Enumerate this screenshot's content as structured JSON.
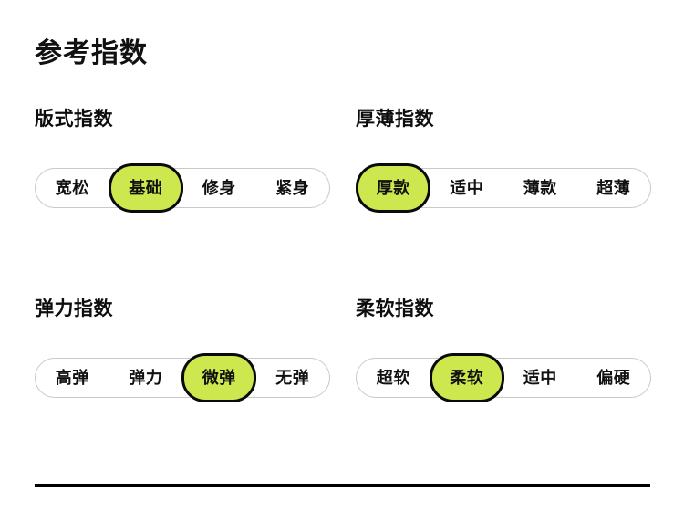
{
  "page": {
    "title": "参考指数",
    "background": "#ffffff",
    "accent": "#cde84f",
    "outline": "#c9c9c9",
    "text": "#111111"
  },
  "sections": [
    {
      "id": "fit",
      "title": "版式指数",
      "options": [
        "宽松",
        "基础",
        "修身",
        "紧身"
      ],
      "selected_index": 1,
      "selected": "基础"
    },
    {
      "id": "thickness",
      "title": "厚薄指数",
      "options": [
        "厚款",
        "适中",
        "薄款",
        "超薄"
      ],
      "selected_index": 0,
      "selected": "厚款"
    },
    {
      "id": "elasticity",
      "title": "弹力指数",
      "options": [
        "高弹",
        "弹力",
        "微弹",
        "无弹"
      ],
      "selected_index": 2,
      "selected": "微弹"
    },
    {
      "id": "softness",
      "title": "柔软指数",
      "options": [
        "超软",
        "柔软",
        "适中",
        "偏硬"
      ],
      "selected_index": 1,
      "selected": "柔软"
    }
  ],
  "divider": {
    "name": "bottom-rule"
  }
}
